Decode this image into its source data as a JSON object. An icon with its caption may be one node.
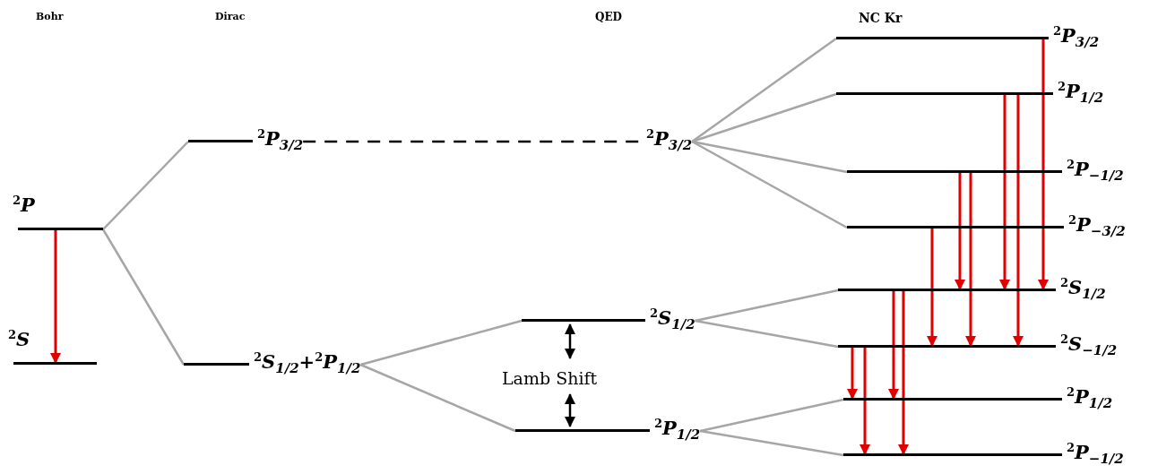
{
  "diagram": {
    "nodes": [
      {
        "text": [
          "$^{2}$P"
        ]
      },
      {
        "text": [
          "$^{2}$S"
        ]
      },
      {
        "text": [
          "$^{2}$P$_{3/2}$"
        ]
      },
      {
        "text": [
          "$^{2}$S$_{1/2}$+$^{2}$P$_{1/2}$"
        ]
      },
      {
        "text": [
          "$^{2}$P$_{3/2}$"
        ]
      },
      {
        "text": [
          "$^{2}$S$_{1/2}$"
        ]
      },
      {
        "text": [
          "$^{2}$P$_{1/2}$"
        ]
      },
      {
        "text": [
          "$^{2}$P$_{3/2}$"
        ]
      },
      {
        "text": [
          "$^{2}$P$_{1/2}$"
        ]
      },
      {
        "text": [
          "$^{2}$P$_{−1/2}$"
        ]
      },
      {
        "text": [
          "$^{2}$P$_{−3/2}$"
        ]
      },
      {
        "text": [
          "$^{2}$S$_{1/2}$"
        ]
      },
      {
        "text": [
          "$^{2}$S$_{−1/2}$"
        ]
      },
      {
        "text": [
          "$^{2}$P$_{1/2}$"
        ]
      },
      {
        "text": [
          "$^{2}$P$_{−1/2}$"
        ]
      }
    ],
    "edges": [
      {
        "from": 0,
        "to": 2,
        "arrow": "none",
        "color": "#a6a6a6"
      },
      {
        "from": 0,
        "to": 3,
        "arrow": "none",
        "color": "#a6a6a6"
      },
      {
        "from": 0,
        "to": 1,
        "arrow": "to",
        "color": "#e00000"
      },
      {
        "from": 2,
        "to": 4,
        "arrow": "none",
        "style": "dashed",
        "color": "#000000"
      },
      {
        "from": 3,
        "to": 5,
        "arrow": "none",
        "color": "#a6a6a6"
      },
      {
        "from": 3,
        "to": 6,
        "arrow": "none",
        "color": "#a6a6a6"
      },
      {
        "from": 4,
        "to": 7,
        "arrow": "none",
        "color": "#a6a6a6"
      },
      {
        "from": 4,
        "to": 8,
        "arrow": "none",
        "color": "#a6a6a6"
      },
      {
        "from": 4,
        "to": 9,
        "arrow": "none",
        "color": "#a6a6a6"
      },
      {
        "from": 4,
        "to": 10,
        "arrow": "none",
        "color": "#a6a6a6"
      },
      {
        "from": 5,
        "to": 11,
        "arrow": "none",
        "color": "#a6a6a6"
      },
      {
        "from": 5,
        "to": 12,
        "arrow": "none",
        "color": "#a6a6a6"
      },
      {
        "from": 6,
        "to": 13,
        "arrow": "none",
        "color": "#a6a6a6"
      },
      {
        "from": 6,
        "to": 14,
        "arrow": "none",
        "color": "#a6a6a6"
      },
      {
        "from": 7,
        "to": 11,
        "arrow": "to",
        "color": "#e00000"
      },
      {
        "from": 8,
        "to": 11,
        "arrow": "to",
        "color": "#e00000"
      },
      {
        "from": 8,
        "to": 12,
        "arrow": "to",
        "color": "#e00000"
      },
      {
        "from": 9,
        "to": 11,
        "arrow": "to",
        "color": "#e00000"
      },
      {
        "from": 9,
        "to": 12,
        "arrow": "to",
        "color": "#e00000"
      },
      {
        "from": 10,
        "to": 12,
        "arrow": "to",
        "color": "#e00000"
      },
      {
        "from": 11,
        "to": 13,
        "arrow": "to",
        "color": "#e00000"
      },
      {
        "from": 11,
        "to": 14,
        "arrow": "to",
        "color": "#e00000"
      },
      {
        "from": 12,
        "to": 13,
        "arrow": "to",
        "color": "#e00000"
      },
      {
        "from": 12,
        "to": 14,
        "arrow": "to",
        "color": "#e00000"
      }
    ],
    "labels": [
      "Bohr",
      "Dirac",
      "QED",
      "NC Kr",
      "Lamb Shift"
    ]
  }
}
